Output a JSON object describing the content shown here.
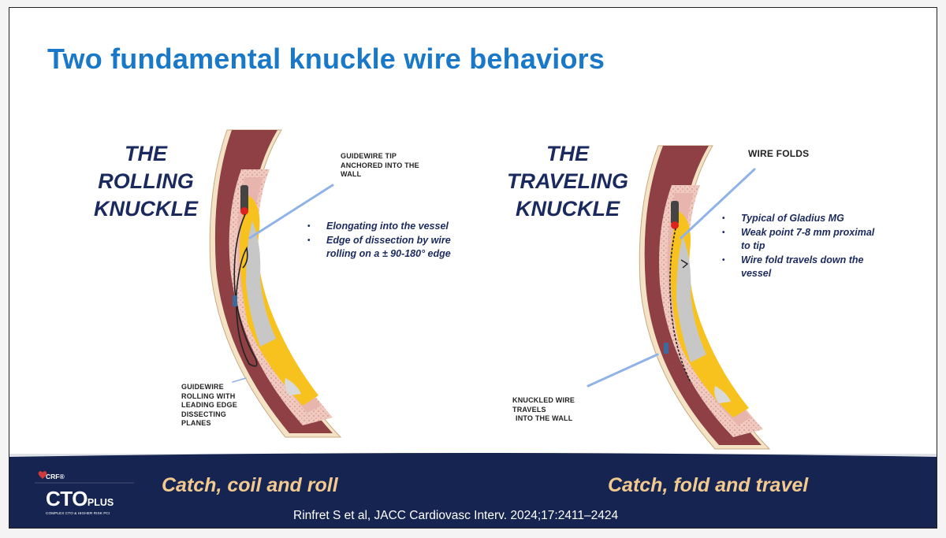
{
  "slide": {
    "title": "Two fundamental knuckle wire behaviors"
  },
  "left_panel": {
    "heading": [
      "THE",
      "ROLLING",
      "KNUCKLE"
    ],
    "callout_top": [
      "GUIDEWIRE TIP",
      "ANCHORED INTO THE",
      "WALL"
    ],
    "bullets": [
      "Elongating into the vessel",
      "Edge of dissection by wire",
      "rolling on a ± 90-180° edge"
    ],
    "callout_bottom": [
      "GUIDEWIRE",
      "ROLLING WITH",
      "LEADING EDGE",
      "DISSECTING",
      "PLANES"
    ]
  },
  "right_panel": {
    "heading": [
      "THE",
      "TRAVELING",
      "KNUCKLE"
    ],
    "callout_top": "WIRE FOLDS",
    "bullets": [
      "Typical of Gladius MG",
      "Weak point 7-8 mm proximal",
      "to tip",
      "Wire fold travels down the",
      "vessel"
    ],
    "callout_bottom": [
      "KNUCKLED WIRE",
      "TRAVELS",
      "INTO THE WALL"
    ]
  },
  "footer": {
    "tagline_left": "Catch, coil and roll",
    "tagline_right": "Catch, fold and travel",
    "citation": "Rinfret S  et al, JACC Cardiovasc Interv. 2024;17:2411–2424",
    "logo": {
      "crf": "CRF®",
      "cto": "CTO",
      "plus": "PLUS",
      "subtitle": "COMPLEX CTO & HIGHER RISK PCI"
    }
  },
  "colors": {
    "title": "#1a78c8",
    "navy": "#1b2a5e",
    "footer_bg": "#152450",
    "tagline": "#f2c98f",
    "vessel_outer": "#8e4044",
    "vessel_wall": "#e7b5ae",
    "plaque": "#f8c21e",
    "callout_line": "#8fb3e8"
  }
}
